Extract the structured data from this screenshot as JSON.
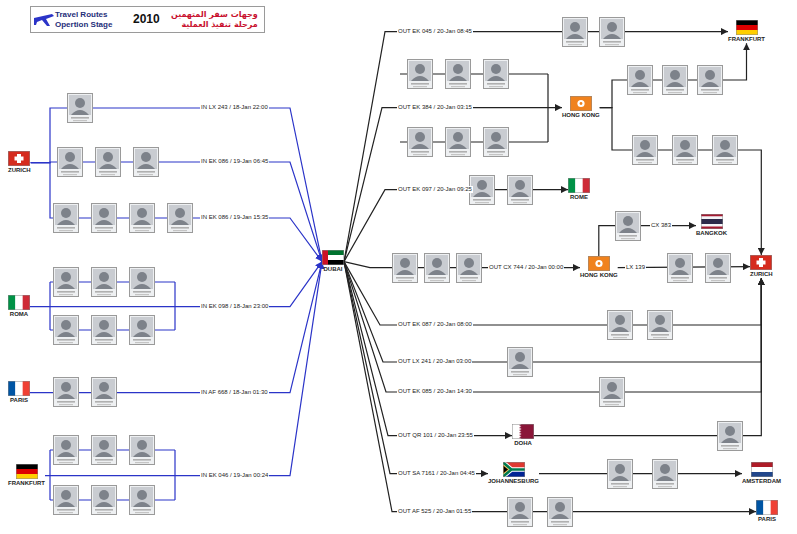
{
  "diagram": {
    "nodes": [
      {
        "text": [
          "Travel Routes Opertion Stage",
          "وجهات سفر المتهمين مرحلة تنفيذ العملية",
          "2010"
        ]
      },
      {
        "text": [
          "ZURICH"
        ]
      },
      {
        "text": [
          "ROMA"
        ]
      },
      {
        "text": [
          "PARIS"
        ]
      },
      {
        "text": [
          "FRANKFURT"
        ]
      },
      {
        "text": [
          "DUBAI"
        ]
      },
      {
        "text": [
          "FRANKFURT"
        ]
      },
      {
        "text": [
          "HONG KONG"
        ]
      },
      {
        "text": [
          "ROME"
        ]
      },
      {
        "text": [
          "BANGKOK"
        ]
      },
      {
        "text": [
          "HONG KONG"
        ]
      },
      {
        "text": [
          "ZURICH"
        ]
      },
      {
        "text": [
          "DOHA"
        ]
      },
      {
        "text": [
          "JOHANNESBURG"
        ]
      },
      {
        "text": [
          "AMSTERDAM"
        ]
      },
      {
        "text": [
          "PARIS"
        ]
      }
    ],
    "edges": [
      {
        "from": 1,
        "to": 5,
        "arrow": "to",
        "label": "IN LX 243 / 18-Jan 22:00"
      },
      {
        "from": 1,
        "to": 5,
        "arrow": "to",
        "label": "IN EK 086 / 19-Jan 06:45"
      },
      {
        "from": 1,
        "to": 5,
        "arrow": "to",
        "label": "IN EK 086 / 19-Jan 15:35"
      },
      {
        "from": 2,
        "to": 5,
        "arrow": "to",
        "label": "IN EK 098 / 18-Jan 23:00"
      },
      {
        "from": 3,
        "to": 5,
        "arrow": "to",
        "label": "IN AF 668 / 18-Jan 01:30"
      },
      {
        "from": 4,
        "to": 5,
        "arrow": "to",
        "label": "IN EK 046 / 19-Jan 00:24"
      },
      {
        "from": 5,
        "to": 6,
        "arrow": "to",
        "label": "OUT EK 045 / 20-Jan 08:45"
      },
      {
        "from": 5,
        "to": 7,
        "arrow": "to",
        "label": "OUT EK 384 / 20-Jan 03:15"
      },
      {
        "from": 5,
        "to": 8,
        "arrow": "to",
        "label": "OUT EK 097 / 20-Jan 09:25"
      },
      {
        "from": 5,
        "to": 10,
        "arrow": "to",
        "label": "OUT CX 744 / 20-Jan 00:00"
      },
      {
        "from": 5,
        "to": 11,
        "arrow": "to",
        "label": "OUT EK 087 / 20-Jan 08:00"
      },
      {
        "from": 5,
        "to": 11,
        "arrow": "to",
        "label": "OUT LX 241 / 20-Jan 03:00"
      },
      {
        "from": 5,
        "to": 11,
        "arrow": "to",
        "label": "OUT EK 085 / 20-Jan 14:30"
      },
      {
        "from": 5,
        "to": 12,
        "arrow": "to",
        "label": "OUT QR 101 / 20-Jan 23:55"
      },
      {
        "from": 5,
        "to": 13,
        "arrow": "to",
        "label": "OUT SA 7161 / 20-Jan 04:45"
      },
      {
        "from": 5,
        "to": 15,
        "arrow": "to",
        "label": "OUT AF 525 / 20-Jan 01:55"
      },
      {
        "from": 7,
        "to": 6,
        "arrow": "to"
      },
      {
        "from": 7,
        "to": 11,
        "arrow": "to"
      },
      {
        "from": 10,
        "to": 9,
        "arrow": "to",
        "label": "CX 383"
      },
      {
        "from": 10,
        "to": 11,
        "arrow": "to",
        "label": "LX 139"
      },
      {
        "from": 12,
        "to": 11,
        "arrow": "to"
      },
      {
        "from": 13,
        "to": 14,
        "arrow": "to"
      }
    ]
  }
}
